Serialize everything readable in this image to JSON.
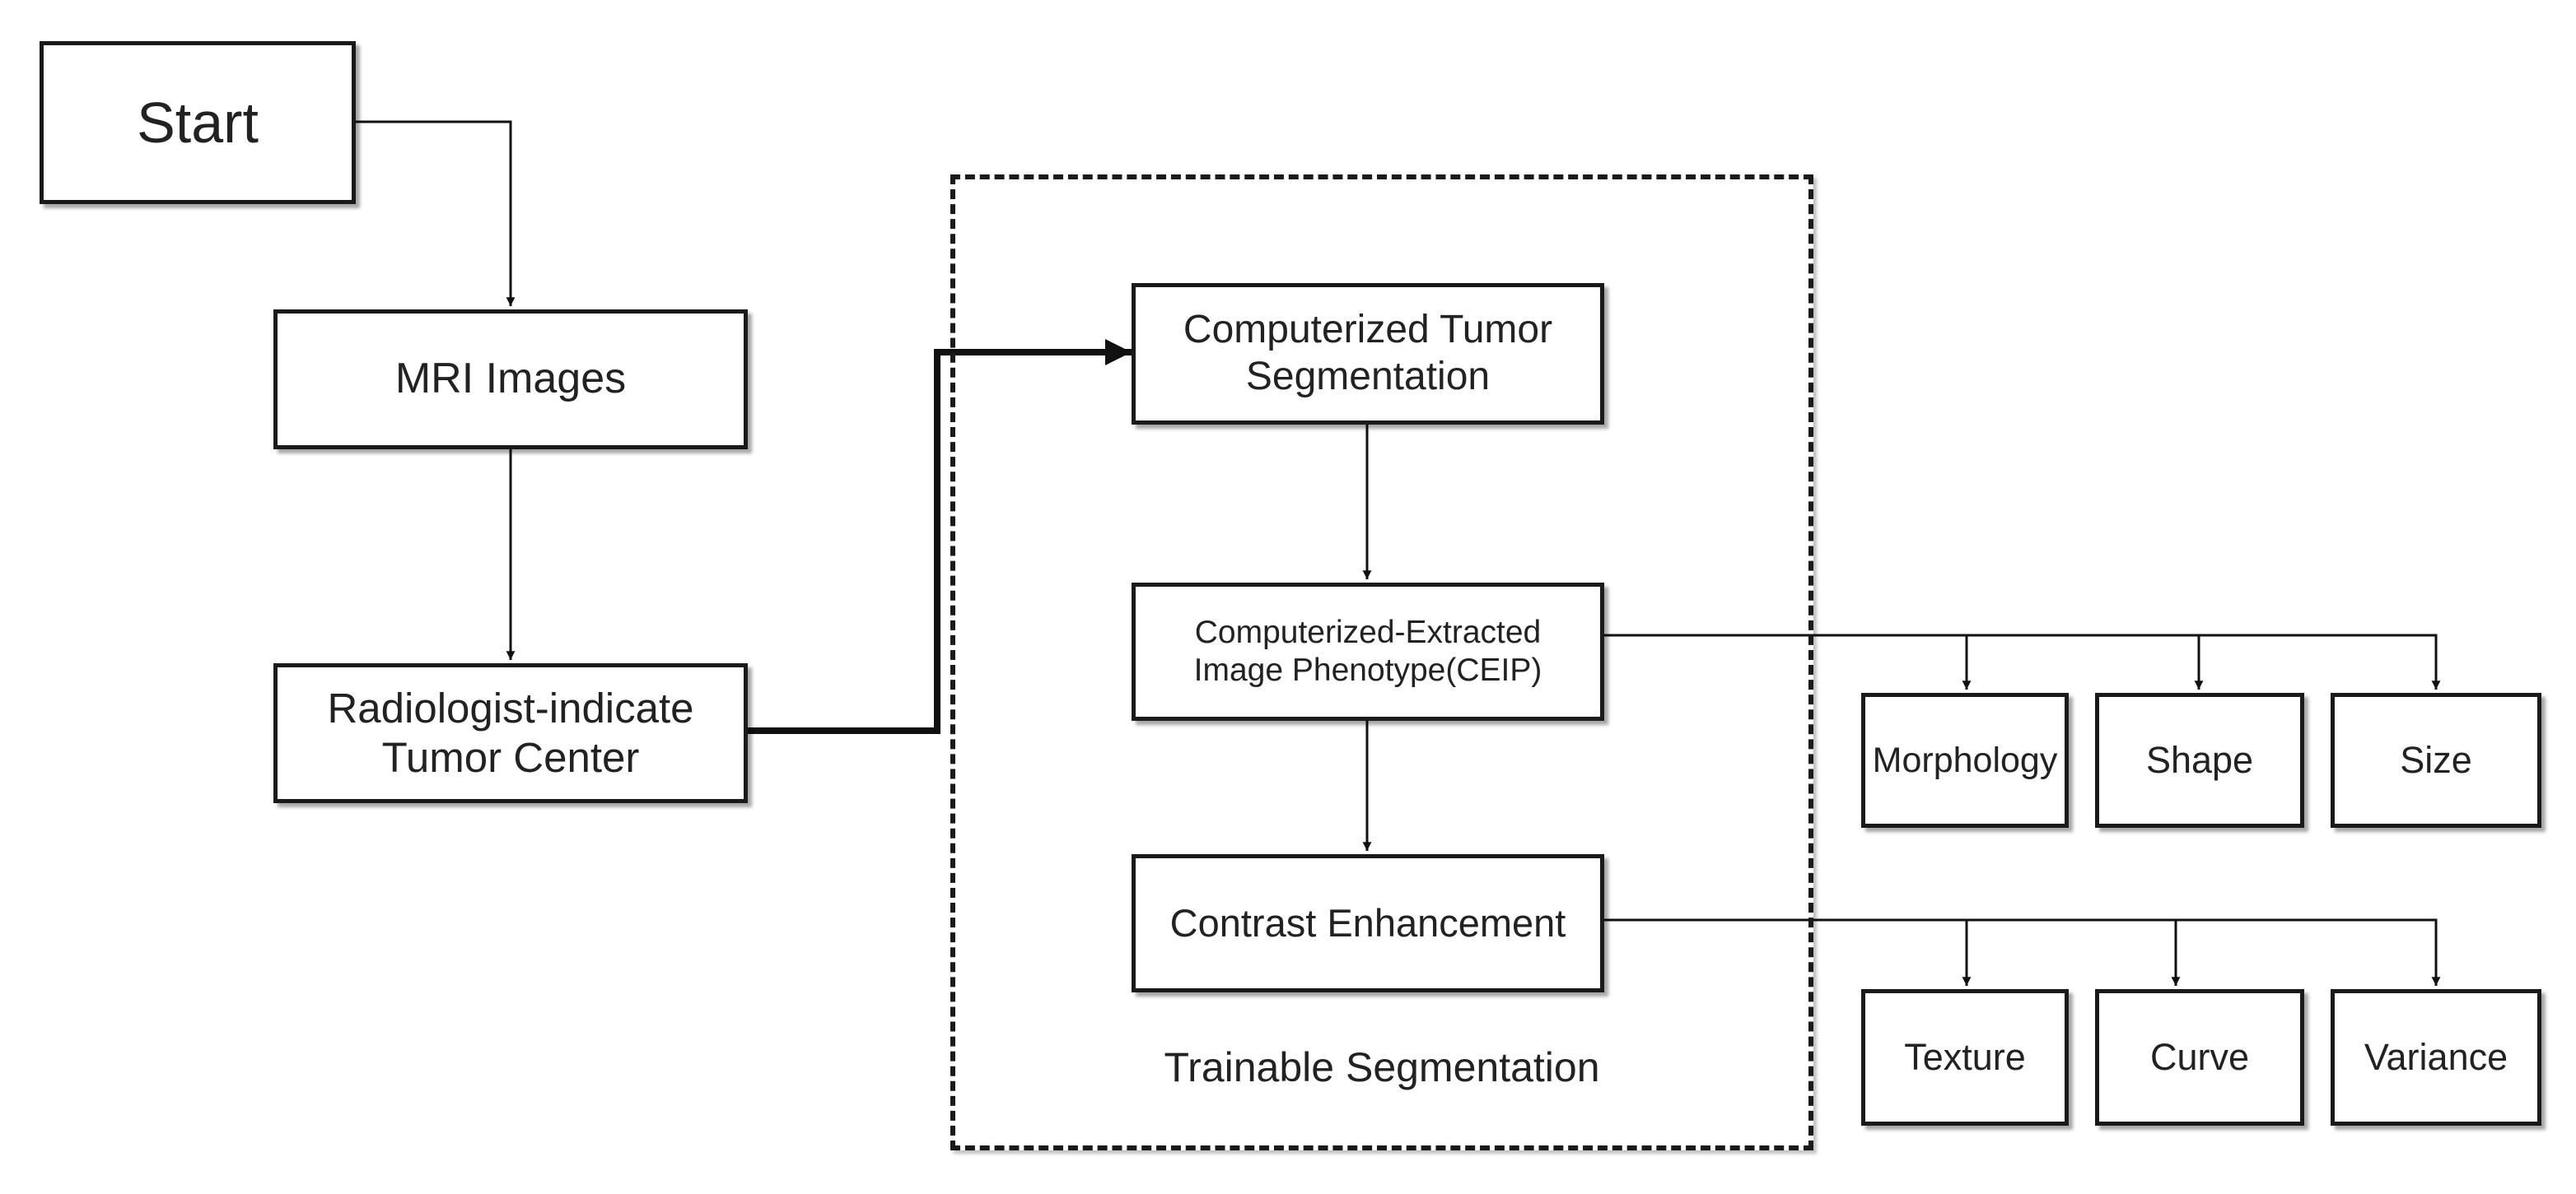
{
  "diagram": {
    "nodes": {
      "start": "Start",
      "mri": "MRI Images",
      "radiologist": "Radiologist-indicate\nTumor Center",
      "segmentation": "Computerized Tumor\nSegmentation",
      "ceip": "Computerized-Extracted\nImage Phenotype(CEIP)",
      "contrast": "Contrast Enhancement",
      "morphology": "Morphology",
      "shape": "Shape",
      "size": "Size",
      "texture": "Texture",
      "curve": "Curve",
      "variance": "Variance"
    },
    "group_label": "Trainable Segmentation",
    "edges": [
      {
        "from": "Start",
        "to": "MRI Images"
      },
      {
        "from": "MRI Images",
        "to": "Radiologist-indicate Tumor Center"
      },
      {
        "from": "Radiologist-indicate Tumor Center",
        "to": "Computerized Tumor Segmentation"
      },
      {
        "from": "Computerized Tumor Segmentation",
        "to": "Computerized-Extracted Image Phenotype(CEIP)"
      },
      {
        "from": "Computerized-Extracted Image Phenotype(CEIP)",
        "to": "Contrast Enhancement"
      },
      {
        "from": "Computerized-Extracted Image Phenotype(CEIP)",
        "to": "Morphology"
      },
      {
        "from": "Computerized-Extracted Image Phenotype(CEIP)",
        "to": "Shape"
      },
      {
        "from": "Computerized-Extracted Image Phenotype(CEIP)",
        "to": "Size"
      },
      {
        "from": "Contrast Enhancement",
        "to": "Texture"
      },
      {
        "from": "Contrast Enhancement",
        "to": "Curve"
      },
      {
        "from": "Contrast Enhancement",
        "to": "Variance"
      }
    ]
  }
}
